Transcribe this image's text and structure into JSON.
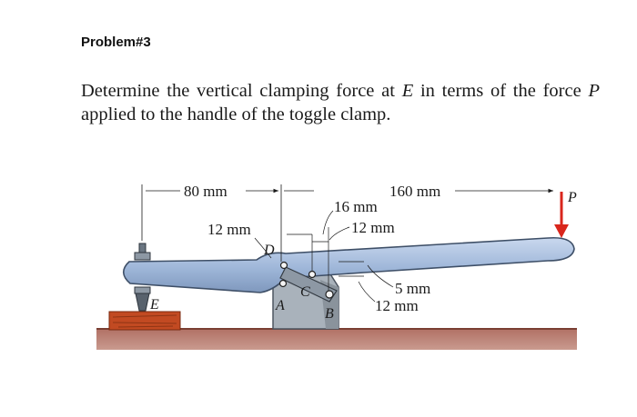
{
  "problem": {
    "heading": "Problem#3",
    "line1_a": "Determine the vertical clamping force at ",
    "line1_var": "E",
    "line1_b": " in terms",
    "line2_a": "of the force ",
    "line2_var": "P",
    "line2_b": " applied to the handle of the toggle",
    "line3": "clamp."
  },
  "figure": {
    "dim_80": "80 mm",
    "dim_160": "160 mm",
    "dim_16": "16 mm",
    "dim_12_left": "12 mm",
    "dim_12_center": "12 mm",
    "dim_5": "5 mm",
    "dim_12_right": "12 mm",
    "label_D": "D",
    "label_C": "C",
    "label_A": "A",
    "label_B": "B",
    "label_E": "E",
    "label_P": "P"
  },
  "colors": {
    "handle": "#9fb7d9",
    "base_block": "#a9b2bb",
    "ground": "#b5776a",
    "wood_block": "#c24a22",
    "force_arrow": "#d9261c"
  }
}
